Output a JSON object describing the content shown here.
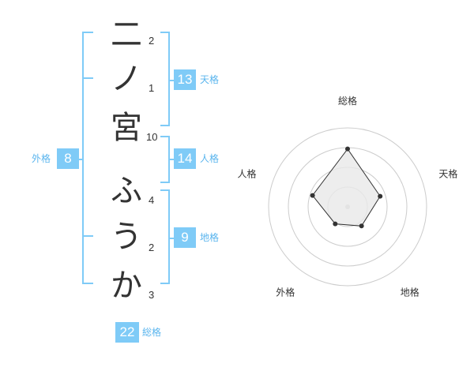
{
  "name": {
    "characters": [
      {
        "char": "二",
        "strokes": "2"
      },
      {
        "char": "ノ",
        "strokes": "1"
      },
      {
        "char": "宮",
        "strokes": "10"
      },
      {
        "char": "ふ",
        "strokes": "4"
      },
      {
        "char": "う",
        "strokes": "2"
      },
      {
        "char": "か",
        "strokes": "3"
      }
    ]
  },
  "kakusu": {
    "tenkaku": {
      "label": "天格",
      "value": "13"
    },
    "jinkaku": {
      "label": "人格",
      "value": "14"
    },
    "chikaku": {
      "label": "地格",
      "value": "9"
    },
    "gaikaku": {
      "label": "外格",
      "value": "8"
    },
    "soukaku": {
      "label": "総格",
      "value": "22"
    }
  },
  "chart_data": {
    "type": "radar",
    "axes": [
      "総格",
      "天格",
      "地格",
      "外格",
      "人格"
    ],
    "values": [
      22,
      13,
      9,
      8,
      14
    ],
    "rings": 4,
    "colors": {
      "line": "#333333",
      "fill": "#e8e8e8",
      "ring": "#cccccc",
      "bracket": "#7fcbf7"
    }
  }
}
